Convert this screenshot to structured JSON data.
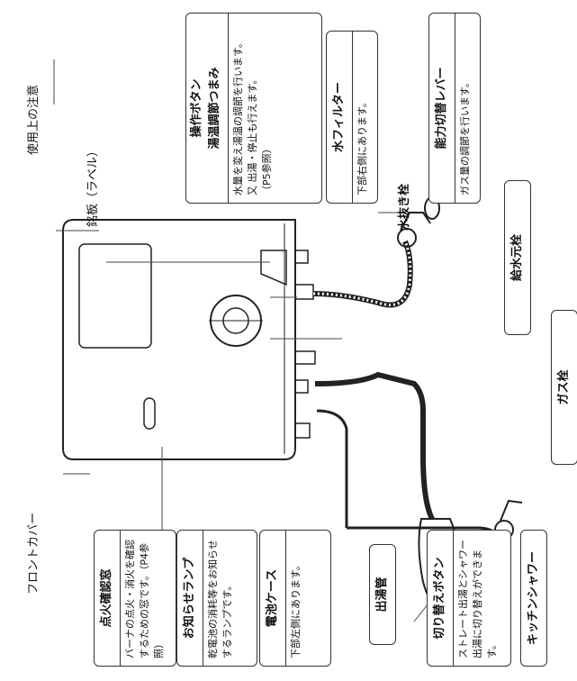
{
  "labels": {
    "caution": "使用上の注意",
    "nameplate": "銘板（ラベル）",
    "front_cover": "フロントカバー",
    "drain_plug": "水抜き栓",
    "water_valve": "給水元栓",
    "gas_valve": "ガス栓"
  },
  "boxes": {
    "operation": {
      "title_line1": "操作ボタン",
      "title_line2": "湯温調節つまみ",
      "desc": "水量を変え湯温の調節を行います。\n又 出湯・停止も行えます。\n（P5参照）"
    },
    "filter": {
      "title": "水フィルター",
      "desc": "下部右側にあります。"
    },
    "lever": {
      "title": "能力切替レバー",
      "desc": "ガス量の調節を行います。"
    },
    "ignition": {
      "title": "点火確認窓",
      "desc": "バーナの点火・消火を確認するための窓です。（P4参照）"
    },
    "lamp": {
      "title": "お知らせランプ",
      "desc": "乾電池の消耗等をお知らせするランプです。"
    },
    "battery": {
      "title": "電池ケース",
      "desc": "下部左側にあります。"
    },
    "outlet": {
      "title": "出湯管"
    },
    "switch": {
      "title": "切り替えボタン",
      "desc": "ストレート出湯とシャワー出湯に切り替えができます。"
    },
    "shower": {
      "title": "キッチンシャワー"
    }
  }
}
